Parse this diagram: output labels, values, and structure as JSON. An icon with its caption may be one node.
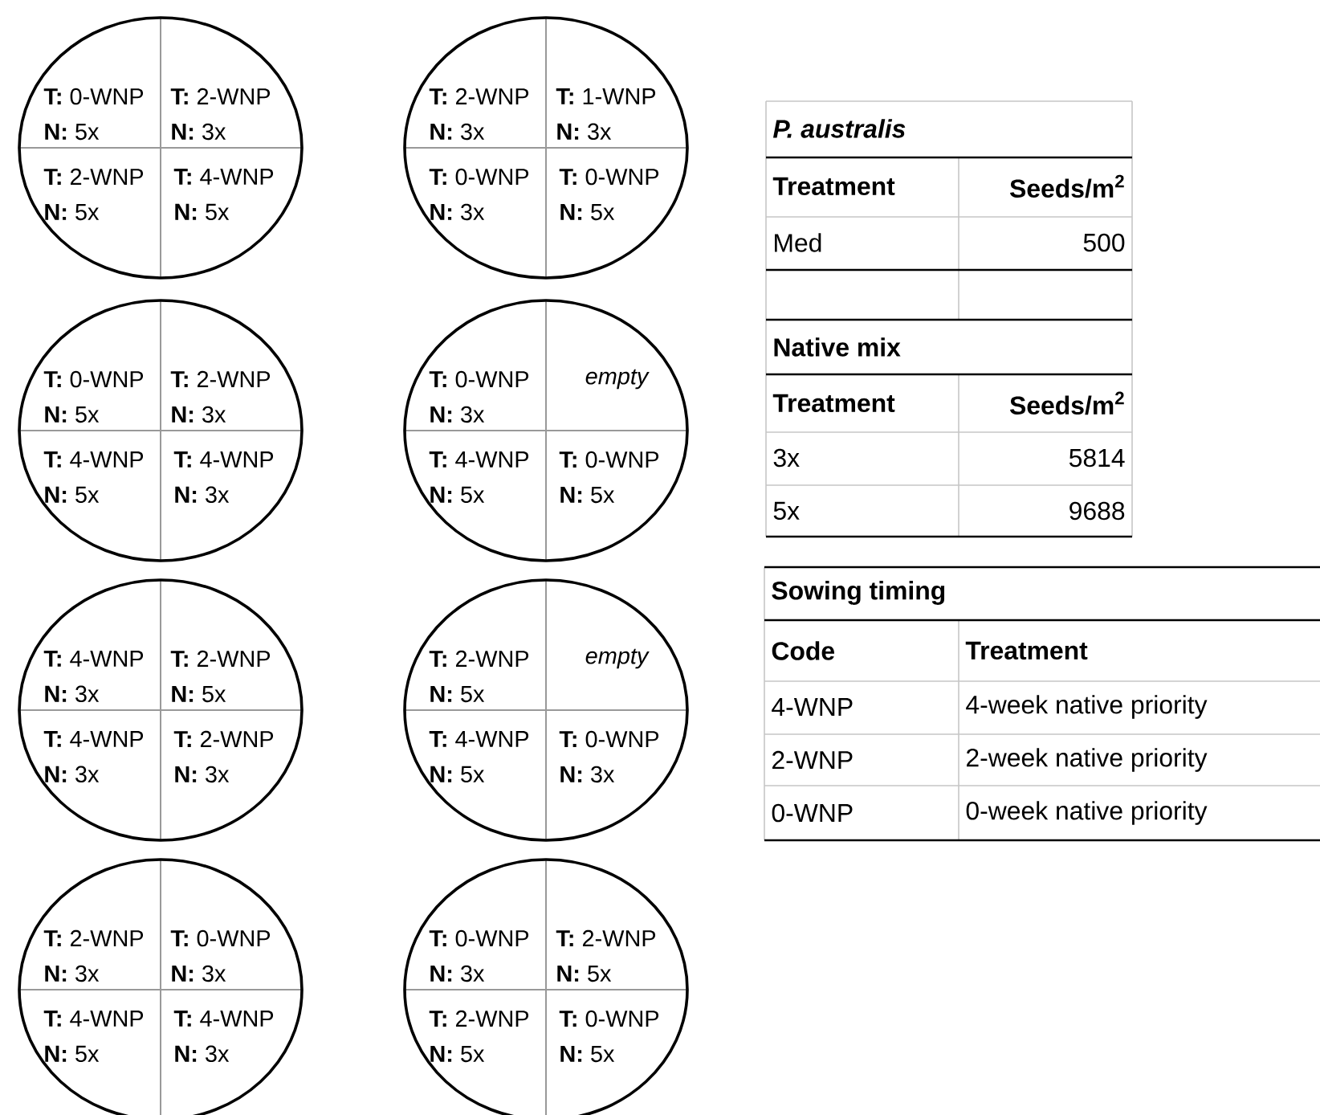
{
  "diagram": {
    "nodes": [
      {
        "text": [],
        "shape": "circle"
      },
      {
        "text": [
          "**T:** 0-WNP",
          "**N:** 5x"
        ],
        "in": 0
      },
      {
        "text": [
          "**T:** 2-WNP",
          "**N:** 3x"
        ],
        "in": 0
      },
      {
        "text": [
          "**T:** 2-WNP",
          "**N:** 5x"
        ],
        "in": 0
      },
      {
        "text": [
          "**T:** 4-WNP",
          "**N:** 5x"
        ],
        "in": 0
      },
      {
        "text": [],
        "shape": "circle"
      },
      {
        "text": [
          "**T:** 2-WNP",
          "**N:** 3x"
        ],
        "in": 5
      },
      {
        "text": [
          "**T:** 1-WNP",
          "**N:** 3x"
        ],
        "in": 5
      },
      {
        "text": [
          "**T:** 0-WNP",
          "**N:** 3x"
        ],
        "in": 5
      },
      {
        "text": [
          "**T:** 0-WNP",
          "**N:** 5x"
        ],
        "in": 5
      },
      {
        "text": [],
        "shape": "circle"
      },
      {
        "text": [
          "**T:** 0-WNP",
          "**N:** 5x"
        ],
        "in": 10
      },
      {
        "text": [
          "**T:** 2-WNP",
          "**N:** 3x"
        ],
        "in": 10
      },
      {
        "text": [
          "**T:** 4-WNP",
          "**N:** 5x"
        ],
        "in": 10
      },
      {
        "text": [
          "**T:** 4-WNP",
          "**N:** 3x"
        ],
        "in": 10
      },
      {
        "text": [],
        "shape": "circle"
      },
      {
        "text": [
          "**T:** 0-WNP",
          "**N:** 3x"
        ],
        "in": 15
      },
      {
        "text": [
          "empty"
        ],
        "in": 15
      },
      {
        "text": [
          "**T:** 4-WNP",
          "**N:** 5x"
        ],
        "in": 15
      },
      {
        "text": [
          "**T:** 0-WNP",
          "**N:** 5x"
        ],
        "in": 15
      },
      {
        "text": [],
        "shape": "circle"
      },
      {
        "text": [
          "**T:** 4-WNP",
          "**N:** 3x"
        ],
        "in": 20
      },
      {
        "text": [
          "**T:** 2-WNP",
          "**N:** 5x"
        ],
        "in": 20
      },
      {
        "text": [
          "**T:** 4-WNP",
          "**N:** 3x"
        ],
        "in": 20
      },
      {
        "text": [
          "**T:** 2-WNP",
          "**N:** 3x"
        ],
        "in": 20
      },
      {
        "text": [],
        "shape": "circle"
      },
      {
        "text": [
          "**T:** 2-WNP",
          "**N:** 5x"
        ],
        "in": 25
      },
      {
        "text": [
          "empty"
        ],
        "in": 25
      },
      {
        "text": [
          "**T:** 4-WNP",
          "**N:** 5x"
        ],
        "in": 25
      },
      {
        "text": [
          "**T:** 0-WNP",
          "**N:** 3x"
        ],
        "in": 25
      },
      {
        "text": [],
        "shape": "circle"
      },
      {
        "text": [
          "**T:** 2-WNP",
          "**N:** 3x"
        ],
        "in": 30
      },
      {
        "text": [
          "**T:** 0-WNP",
          "**N:** 3x"
        ],
        "in": 30
      },
      {
        "text": [
          "**T:** 4-WNP",
          "**N:** 5x"
        ],
        "in": 30
      },
      {
        "text": [
          "**T:** 4-WNP",
          "**N:** 3x"
        ],
        "in": 30
      },
      {
        "text": [],
        "shape": "circle"
      },
      {
        "text": [
          "**T:** 0-WNP",
          "**N:** 3x"
        ],
        "in": 35
      },
      {
        "text": [
          "**T:** 2-WNP",
          "**N:** 5x"
        ],
        "in": 35
      },
      {
        "text": [
          "**T:** 2-WNP",
          "**N:** 5x"
        ],
        "in": 35
      },
      {
        "text": [
          "**T:** 0-WNP",
          "**N:** 5x"
        ],
        "in": 35
      }
    ],
    "labels": [
      "P. australis",
      "Treatment",
      "Seeds/m$^{2}$",
      "Med",
      "500",
      "Native mix",
      "Treatment",
      "Seeds/m$^{2}$",
      "3x",
      "5814",
      "5x",
      "9688",
      "Sowing timing",
      "Code",
      "Treatment",
      "4-WNP",
      "4-week native priority",
      "2-WNP",
      "2-week native priority",
      "0-WNP",
      "0-week native priority"
    ]
  }
}
